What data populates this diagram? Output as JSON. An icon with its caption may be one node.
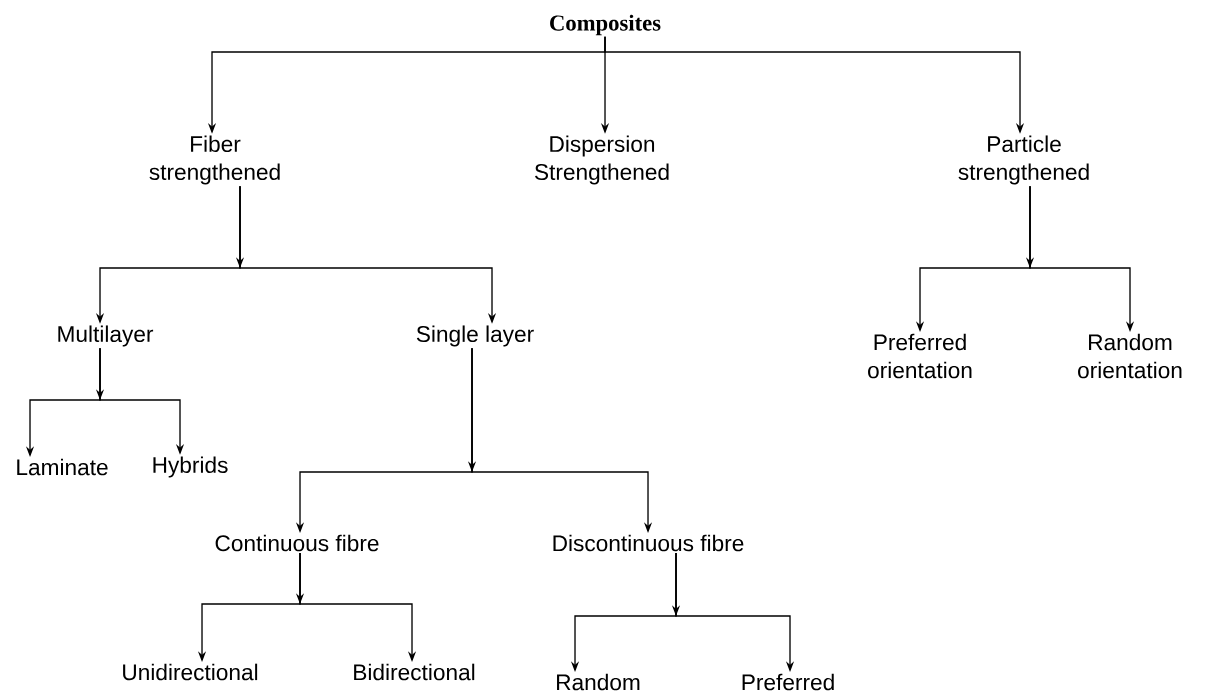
{
  "diagram": {
    "nodes": [
      {
        "text": [
          "Composites"
        ]
      },
      {
        "text": [
          "Fiber strengthened"
        ]
      },
      {
        "text": [
          "Dispersion Strengthened"
        ]
      },
      {
        "text": [
          "Particle strengthened"
        ]
      },
      {
        "text": [
          "Multilayer"
        ]
      },
      {
        "text": [
          "Single layer"
        ]
      },
      {
        "text": [
          "Preferred orientation"
        ]
      },
      {
        "text": [
          "Random orientation"
        ]
      },
      {
        "text": [
          "Laminate"
        ]
      },
      {
        "text": [
          "Hybrids"
        ]
      },
      {
        "text": [
          "Continuous fibre"
        ]
      },
      {
        "text": [
          "Discontinuous fibre"
        ]
      },
      {
        "text": [
          "Unidirectional"
        ]
      },
      {
        "text": [
          "Bidirectional"
        ]
      },
      {
        "text": [
          "Random"
        ]
      },
      {
        "text": [
          "Preferred"
        ]
      }
    ],
    "edges": [
      {
        "from": 0,
        "to": 1,
        "arrow": "to"
      },
      {
        "from": 0,
        "to": 2,
        "arrow": "to"
      },
      {
        "from": 0,
        "to": 3,
        "arrow": "to"
      },
      {
        "from": 1,
        "to": 4,
        "arrow": "to"
      },
      {
        "from": 1,
        "to": 5,
        "arrow": "to"
      },
      {
        "from": 3,
        "to": 6,
        "arrow": "to"
      },
      {
        "from": 3,
        "to": 7,
        "arrow": "to"
      },
      {
        "from": 4,
        "to": 8,
        "arrow": "to"
      },
      {
        "from": 4,
        "to": 9,
        "arrow": "to"
      },
      {
        "from": 5,
        "to": 10,
        "arrow": "to"
      },
      {
        "from": 5,
        "to": 11,
        "arrow": "to"
      },
      {
        "from": 10,
        "to": 12,
        "arrow": "to"
      },
      {
        "from": 10,
        "to": 13,
        "arrow": "to"
      },
      {
        "from": 11,
        "to": 14,
        "arrow": "to"
      },
      {
        "from": 11,
        "to": 15,
        "arrow": "to"
      }
    ]
  }
}
